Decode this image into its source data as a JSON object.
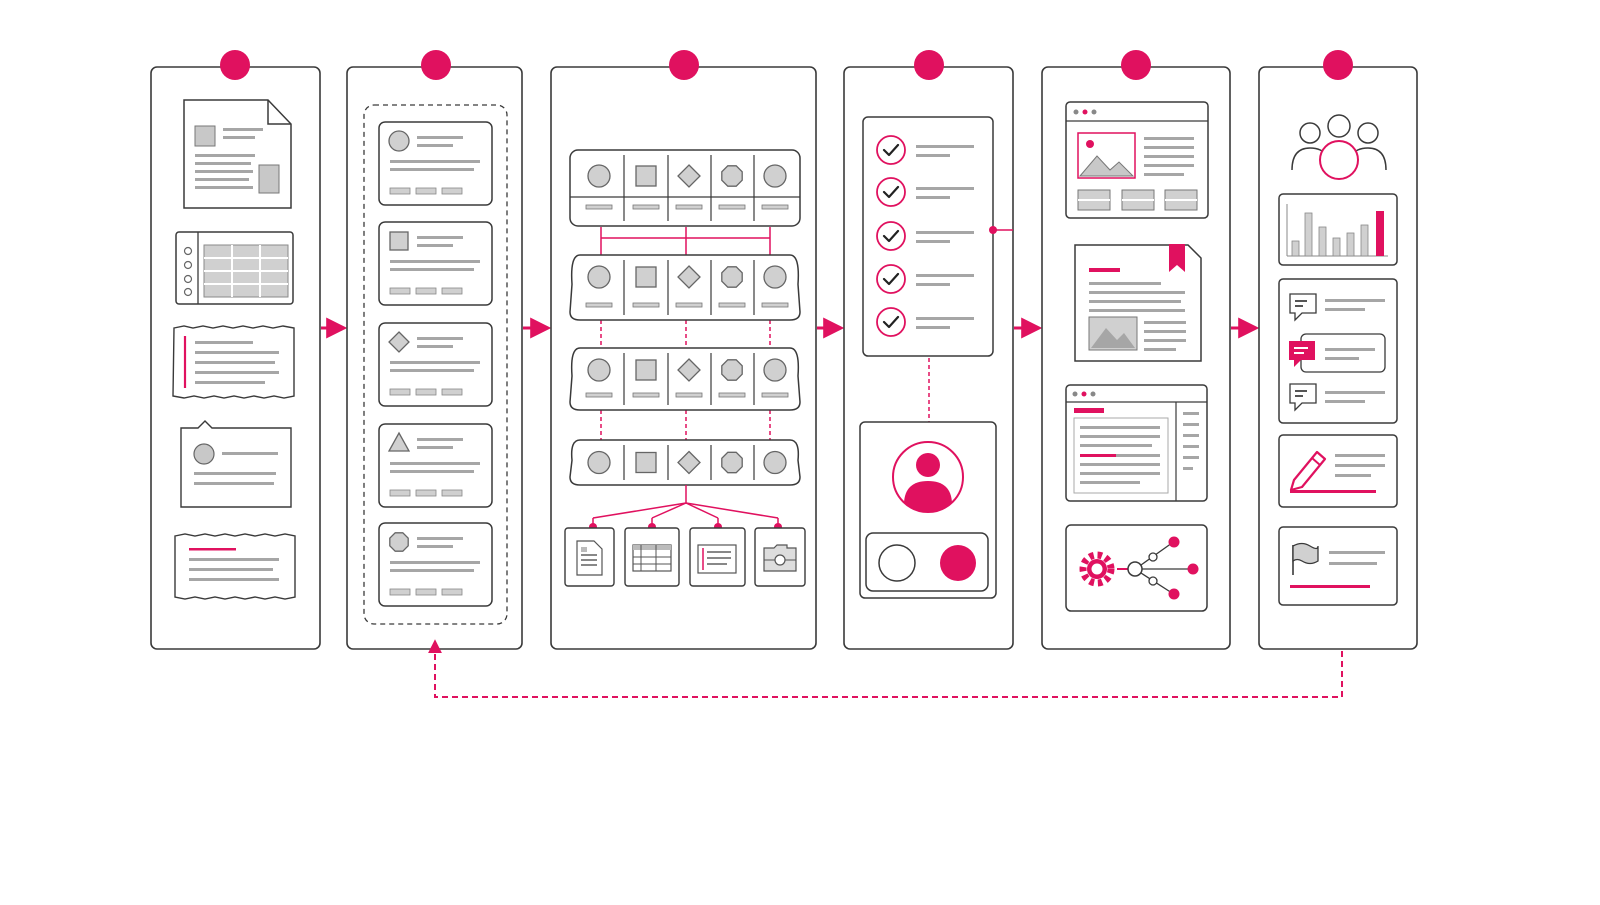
{
  "diagram": {
    "type": "process-flow",
    "stage_count": 6,
    "stages": [
      {
        "index": 1,
        "icons": [
          "document-icon",
          "table-icon",
          "torn-text-note-icon",
          "profile-card-icon",
          "highlighted-note-icon"
        ]
      },
      {
        "index": 2,
        "icons": [
          "circle-card-icon",
          "square-card-icon",
          "diamond-card-icon",
          "triangle-card-icon",
          "octagon-card-icon"
        ]
      },
      {
        "index": 3,
        "icons": [
          "shape-row-icon",
          "shape-row-icon",
          "shape-row-icon",
          "shape-row-icon",
          "document-icon",
          "table-icon",
          "note-icon",
          "folder-icon"
        ]
      },
      {
        "index": 4,
        "icons": [
          "checklist-icon",
          "user-avatar-icon",
          "toggle-icon"
        ]
      },
      {
        "index": 5,
        "icons": [
          "image-gallery-window-icon",
          "bookmarked-document-icon",
          "editor-window-icon",
          "gear-network-icon"
        ]
      },
      {
        "index": 6,
        "icons": [
          "team-icon",
          "bar-chart-icon",
          "chat-thread-icon",
          "edit-pencil-icon",
          "flag-icon"
        ]
      }
    ],
    "feedback_loop": {
      "from_stage": 6,
      "to_stage": 2,
      "style": "dashed"
    }
  },
  "colors": {
    "accent": "#e0115f",
    "stroke": "#3a3a3a",
    "placeholder_gray": "#a6a6a6",
    "fill_gray": "#d0d0d0",
    "background": "#ffffff"
  }
}
